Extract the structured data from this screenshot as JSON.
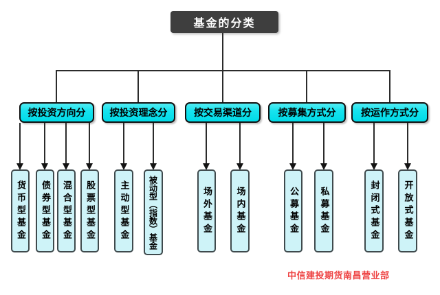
{
  "root": {
    "label": "基金的分类"
  },
  "groups": [
    {
      "label": "按投资方向分",
      "children": [
        "货币型基金",
        "债券型基金",
        "混合型基金",
        "股票型基金"
      ]
    },
    {
      "label": "按投资理念分",
      "children": [
        "主动型基金",
        "被动型（指数）基金"
      ]
    },
    {
      "label": "按交易渠道分",
      "children": [
        "场外基金",
        "场内基金"
      ]
    },
    {
      "label": "按募集方式分",
      "children": [
        "公募基金",
        "私募基金"
      ]
    },
    {
      "label": "按运作方式分",
      "children": [
        "封闭式基金",
        "开放式基金"
      ]
    }
  ],
  "footer": {
    "text": "中信建投期货南昌营业部"
  },
  "colors": {
    "root_fill": "#3E3E3E",
    "root_text": "#FFFFFF",
    "category_fill": "#17E3EE",
    "leaf_fill": "#CEF3F8",
    "line": "#2B2B2B",
    "footer_red": "#EE4343",
    "background": "#FFFFFF"
  }
}
